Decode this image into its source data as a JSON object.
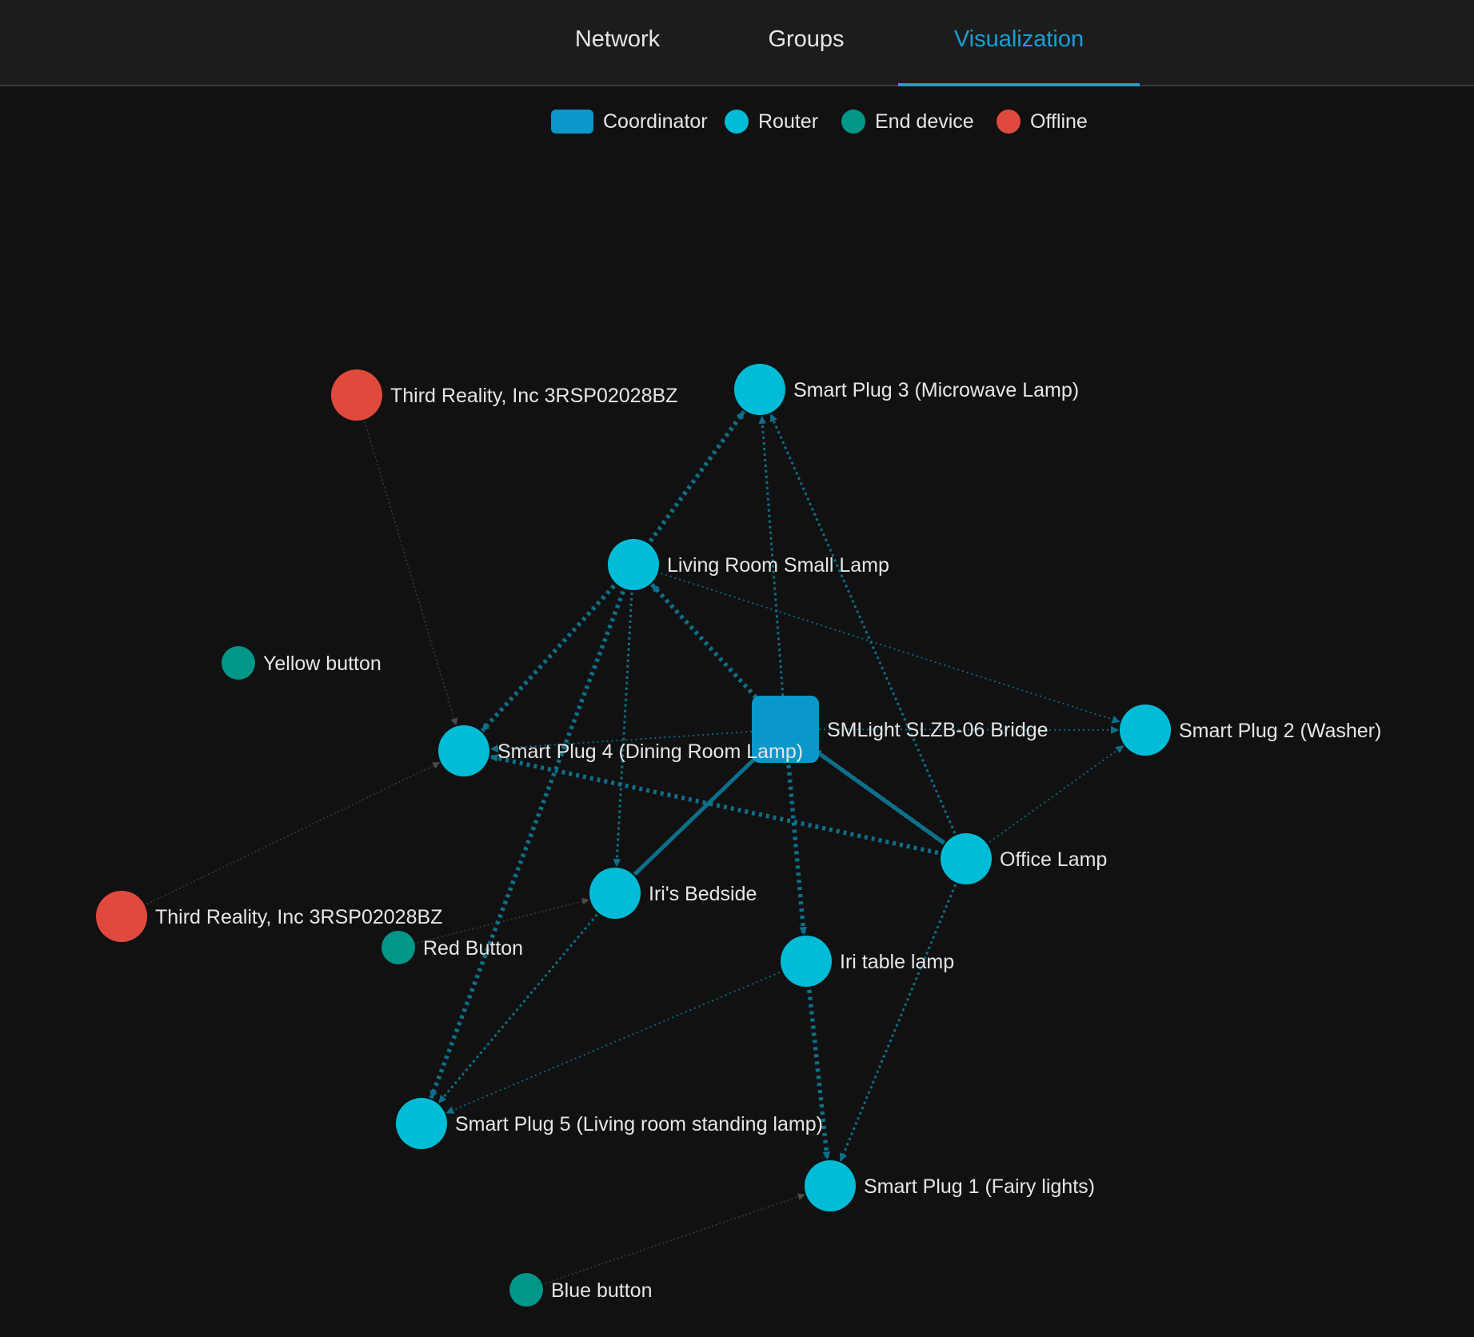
{
  "tabs": [
    {
      "id": "network",
      "label": "Network",
      "active": false
    },
    {
      "id": "groups",
      "label": "Groups",
      "active": false
    },
    {
      "id": "visualization",
      "label": "Visualization",
      "active": true
    }
  ],
  "legend": [
    {
      "type": "coordinator",
      "label": "Coordinator",
      "color": "#0a97c9"
    },
    {
      "type": "router",
      "label": "Router",
      "color": "#00bcd6"
    },
    {
      "type": "end_device",
      "label": "End device",
      "color": "#009688"
    },
    {
      "type": "offline",
      "label": "Offline",
      "color": "#e04a3d"
    }
  ],
  "colors": {
    "background": "#111111",
    "header_background": "#1c1c1c",
    "accent": "#1a9fd6",
    "link_main": "#0e6f8a",
    "link_offline": "#3d3d3d"
  },
  "nodes": [
    {
      "id": "bridge",
      "label": "SMLight SLZB-06 Bridge",
      "type": "coordinator"
    },
    {
      "id": "sp3",
      "label": "Smart Plug 3 (Microwave Lamp)",
      "type": "router"
    },
    {
      "id": "tr1",
      "label": "Third Reality, Inc 3RSP02028BZ",
      "type": "offline"
    },
    {
      "id": "lrsl",
      "label": "Living Room Small Lamp",
      "type": "router"
    },
    {
      "id": "yb",
      "label": "Yellow button",
      "type": "end_device"
    },
    {
      "id": "sp4",
      "label": "Smart Plug 4 (Dining Room Lamp)",
      "type": "router"
    },
    {
      "id": "sp2",
      "label": "Smart Plug 2 (Washer)",
      "type": "router"
    },
    {
      "id": "ol",
      "label": "Office Lamp",
      "type": "router"
    },
    {
      "id": "ib",
      "label": "Iri's Bedside",
      "type": "router"
    },
    {
      "id": "tr2",
      "label": "Third Reality, Inc 3RSP02028BZ",
      "type": "offline"
    },
    {
      "id": "rb",
      "label": "Red Button",
      "type": "end_device"
    },
    {
      "id": "itl",
      "label": "Iri table lamp",
      "type": "router"
    },
    {
      "id": "sp5",
      "label": "Smart Plug 5 (Living room standing lamp)",
      "type": "router"
    },
    {
      "id": "sp1",
      "label": "Smart Plug 1 (Fairy lights)",
      "type": "router"
    },
    {
      "id": "bb",
      "label": "Blue button",
      "type": "end_device"
    }
  ],
  "links": [
    {
      "source": "tr1",
      "target": "sp4",
      "style": "offline"
    },
    {
      "source": "tr2",
      "target": "sp4",
      "style": "offline"
    },
    {
      "source": "bb",
      "target": "sp1",
      "style": "offline"
    },
    {
      "source": "rb",
      "target": "ib",
      "style": "offline"
    },
    {
      "source": "lrsl",
      "target": "sp3",
      "style": "thick-dotted"
    },
    {
      "source": "lrsl",
      "target": "sp4",
      "style": "thick-dotted"
    },
    {
      "source": "lrsl",
      "target": "sp5",
      "style": "thick-dotted"
    },
    {
      "source": "lrsl",
      "target": "ib",
      "style": "dotted"
    },
    {
      "source": "lrsl",
      "target": "sp2",
      "style": "thin-dotted"
    },
    {
      "source": "bridge",
      "target": "lrsl",
      "style": "thick-dotted"
    },
    {
      "source": "bridge",
      "target": "sp3",
      "style": "dotted"
    },
    {
      "source": "bridge",
      "target": "sp4",
      "style": "thin-dotted"
    },
    {
      "source": "bridge",
      "target": "sp2",
      "style": "thin-dotted"
    },
    {
      "source": "bridge",
      "target": "ol",
      "style": "solid"
    },
    {
      "source": "ol",
      "target": "bridge",
      "style": "thick-dotted"
    },
    {
      "source": "bridge",
      "target": "ib",
      "style": "solid"
    },
    {
      "source": "bridge",
      "target": "itl",
      "style": "thick-dotted"
    },
    {
      "source": "ol",
      "target": "sp4",
      "style": "thick-dotted"
    },
    {
      "source": "ol",
      "target": "sp3",
      "style": "dotted"
    },
    {
      "source": "ol",
      "target": "sp2",
      "style": "thin-dotted"
    },
    {
      "source": "ol",
      "target": "sp1",
      "style": "dotted"
    },
    {
      "source": "ib",
      "target": "sp5",
      "style": "dotted"
    },
    {
      "source": "itl",
      "target": "sp5",
      "style": "thin-dotted"
    },
    {
      "source": "itl",
      "target": "sp1",
      "style": "thick-dotted"
    }
  ]
}
